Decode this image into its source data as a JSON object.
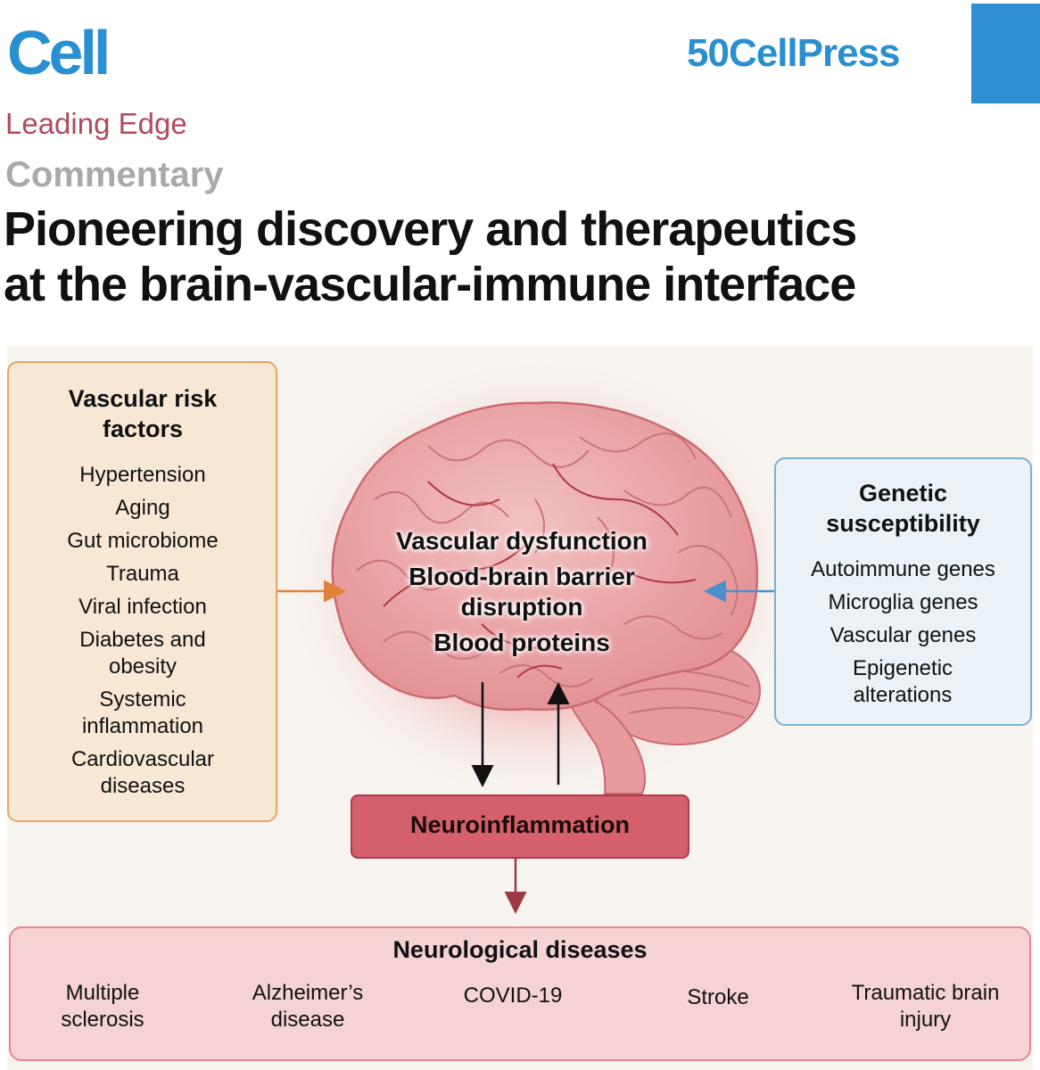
{
  "header": {
    "journal": "Cell",
    "publisher": "CellPress",
    "publisher_badge": "50",
    "section": "Leading Edge",
    "article_type": "Commentary",
    "title_line1": "Pioneering discovery and therapeutics",
    "title_line2": "at the brain-vascular-immune interface"
  },
  "risk_factors": {
    "title_line1": "Vascular risk",
    "title_line2": "factors",
    "items": [
      "Hypertension",
      "Aging",
      "Gut microbiome",
      "Trauma",
      "Viral infection",
      "Diabetes and obesity",
      "Systemic inflammation",
      "Cardiovascular diseases"
    ]
  },
  "genetic": {
    "title_line1": "Genetic",
    "title_line2": "susceptibility",
    "items": [
      "Autoimmune genes",
      "Microglia genes",
      "Vascular genes",
      "Epigenetic alterations"
    ]
  },
  "brain": {
    "line1": "Vascular dysfunction",
    "line2": "Blood-brain barrier",
    "line3": "disruption",
    "line4": "Blood proteins"
  },
  "neuroinflammation": "Neuroinflammation",
  "diseases": {
    "title": "Neurological diseases",
    "items": [
      "Multiple sclerosis",
      "Alzheimer’s disease",
      "COVID-19",
      "Stroke",
      "Traumatic brain injury"
    ]
  },
  "colors": {
    "brand_blue": "#2a8fd0",
    "section_red": "#b3495e",
    "risk_box": "#f7e8d6",
    "genetic_box": "#eaf2f8",
    "neuro_box": "#d4606c",
    "disease_box": "#f5d2d3",
    "brain": "#eaa0a4"
  }
}
